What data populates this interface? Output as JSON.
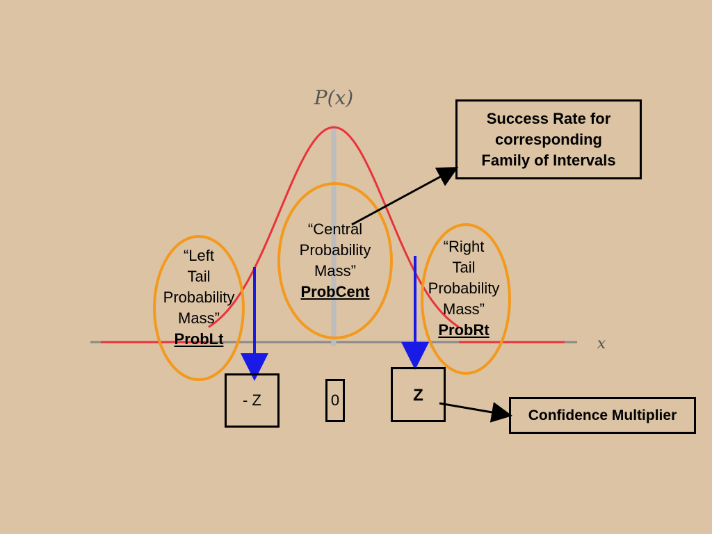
{
  "axis": {
    "y_label": "P(x)",
    "x_label": "x"
  },
  "regions": {
    "left": {
      "lines": [
        "“Left",
        "Tail",
        "Probability",
        "Mass”"
      ],
      "name": "ProbLt"
    },
    "center": {
      "lines": [
        "“Central",
        "Probability",
        "Mass”"
      ],
      "name": "ProbCent"
    },
    "right": {
      "lines": [
        "“Right",
        "Tail",
        "Probability",
        "Mass”"
      ],
      "name": "ProbRt"
    }
  },
  "markers": {
    "neg_z": "- Z",
    "zero": "0",
    "z": "Z"
  },
  "callouts": {
    "success_rate": [
      "Success Rate for",
      "corresponding",
      "Family of Intervals"
    ],
    "confidence_multiplier": "Confidence Multiplier"
  },
  "colors": {
    "background": "#dbc3a4",
    "curve": "#e8333a",
    "ellipse": "#f39a1e",
    "arrow_blue": "#1a1ae6",
    "axis_gray": "#8a8a8a",
    "center_line": "#bdbdbd"
  }
}
